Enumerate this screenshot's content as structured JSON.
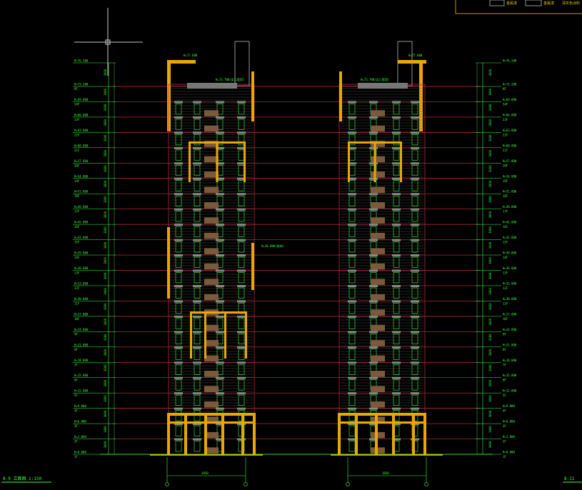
{
  "drawing": {
    "title_left": "8-9 立面图 1:150",
    "title_right": "8-11",
    "dim_left": "1850",
    "dim_right": "1850",
    "floor_heights": [
      "3000",
      "3000",
      "3000",
      "3000",
      "3000",
      "3000",
      "3000",
      "3000",
      "3000",
      "3000",
      "3000",
      "3000",
      "3000",
      "3000",
      "3000",
      "3000",
      "3000",
      "3000",
      "3000",
      "3000",
      "3000",
      "3000",
      "3000",
      "3000",
      "3000"
    ],
    "floor_names": [
      "",
      "RF",
      "24F",
      "23F",
      "22F",
      "21F",
      "20F",
      "19F",
      "18F",
      "17F",
      "16F",
      "15F",
      "14F",
      "13F",
      "12F",
      "11F",
      "10F",
      "9F",
      "8F",
      "7F",
      "6F",
      "5F",
      "4F",
      "3F",
      "2F",
      "1F"
    ],
    "levels": [
      "H=76.200",
      "H=73.200",
      "H=69.800",
      "H=66.800",
      "H=63.800",
      "H=60.800",
      "H=57.800",
      "H=54.800",
      "H=51.800",
      "H=48.800",
      "H=45.800",
      "H=42.800",
      "H=39.800",
      "H=36.800",
      "H=33.800",
      "H=30.800",
      "H=27.800",
      "H=24.800",
      "H=21.800",
      "H=18.800",
      "H=15.800",
      "H=12.800",
      "H=9.800",
      "H=6.800",
      "H=3.800",
      "H=0.000"
    ],
    "tower_top_label_left": "H=77.600",
    "tower_top_label_right": "H=77.600",
    "roof_label_left": "H=73.700(女儿墙顶)",
    "roof_label_right": "H=73.700(女儿墙顶)",
    "mid_label": "H=36.800(装饰)",
    "legend": {
      "item1": "金属漆",
      "item2": "金属漆",
      "item3": "深灰色涂料"
    }
  }
}
